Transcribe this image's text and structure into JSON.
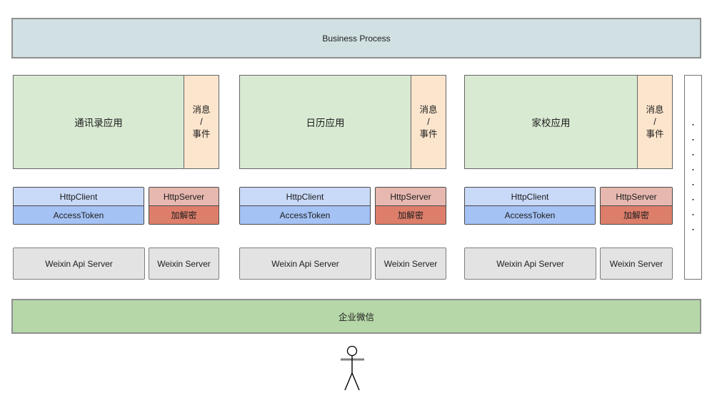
{
  "layers": {
    "business_process": "Business Process",
    "platform": "企业微信"
  },
  "columns": [
    {
      "app": "通讯录应用",
      "message_event": "消息\n/\n事件",
      "http_client": "HttpClient",
      "access_token": "AccessToken",
      "http_server": "HttpServer",
      "encryption": "加解密",
      "weixin_api_server": "Weixin Api Server",
      "weixin_server": "Weixin Server"
    },
    {
      "app": "日历应用",
      "message_event": "消息\n/\n事件",
      "http_client": "HttpClient",
      "access_token": "AccessToken",
      "http_server": "HttpServer",
      "encryption": "加解密",
      "weixin_api_server": "Weixin Api Server",
      "weixin_server": "Weixin Server"
    },
    {
      "app": "家校应用",
      "message_event": "消息\n/\n事件",
      "http_client": "HttpClient",
      "access_token": "AccessToken",
      "http_server": "HttpServer",
      "encryption": "加解密",
      "weixin_api_server": "Weixin Api Server",
      "weixin_server": "Weixin Server"
    }
  ],
  "ellipsis": "▪\n▪\n▪\n▪\n▪\n▪\n▪\n▪",
  "icons": {
    "actor": "stick-figure-actor"
  },
  "colors": {
    "business_process_fill": "#d0e0e3",
    "app_fill": "#d9ead3",
    "message_event_fill": "#fce5cd",
    "http_client_fill": "#c9daf8",
    "access_token_fill": "#a4c2f4",
    "http_server_fill": "#e6b8af",
    "encryption_fill": "#dd7e6b",
    "server_fill": "#e3e3e3",
    "platform_fill": "#b6d7a8"
  }
}
